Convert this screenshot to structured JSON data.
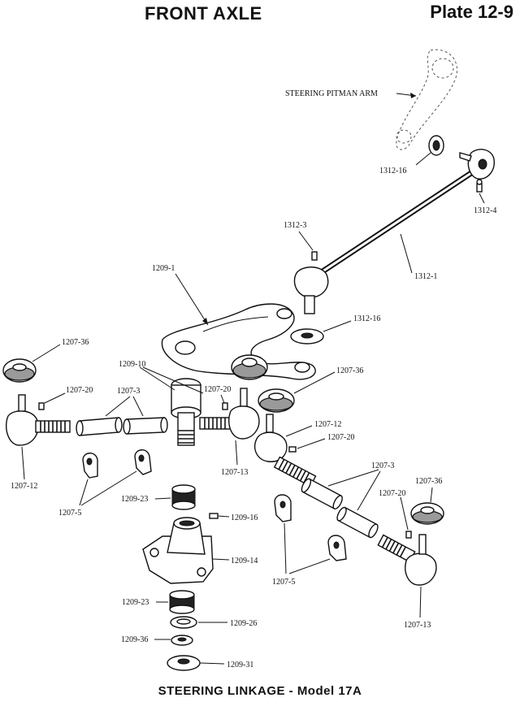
{
  "header": {
    "title": "FRONT AXLE",
    "plate": "Plate 12-9"
  },
  "caption": "STEERING LINKAGE - Model 17A",
  "callouts": {
    "pitman_arm": "STEERING PITMAN ARM",
    "p1312_16_top": "1312-16",
    "p1312_4": "1312-4",
    "p1312_3": "1312-3",
    "p1312_1": "1312-1",
    "p1312_16_mid": "1312-16",
    "p1209_1": "1209-1",
    "p1207_36_left": "1207-36",
    "p1209_10": "1209-10",
    "p1207_36_mid": "1207-36",
    "p1207_20_left": "1207-20",
    "p1207_3_left": "1207-3",
    "p1207_20_mid": "1207-20",
    "p1207_12_right": "1207-12",
    "p1207_20_right": "1207-20",
    "p1207_12_left": "1207-12",
    "p1207_13_mid": "1207-13",
    "p1207_5_left": "1207-5",
    "p1207_3_right": "1207-3",
    "p1207_36_right": "1207-36",
    "p1207_20_far": "1207-20",
    "p1209_23_top": "1209-23",
    "p1209_16": "1209-16",
    "p1209_14": "1209-14",
    "p1207_5_right": "1207-5",
    "p1209_23_bot": "1209-23",
    "p1209_26": "1209-26",
    "p1209_36": "1209-36",
    "p1209_31": "1209-31",
    "p1207_13_right": "1207-13"
  }
}
